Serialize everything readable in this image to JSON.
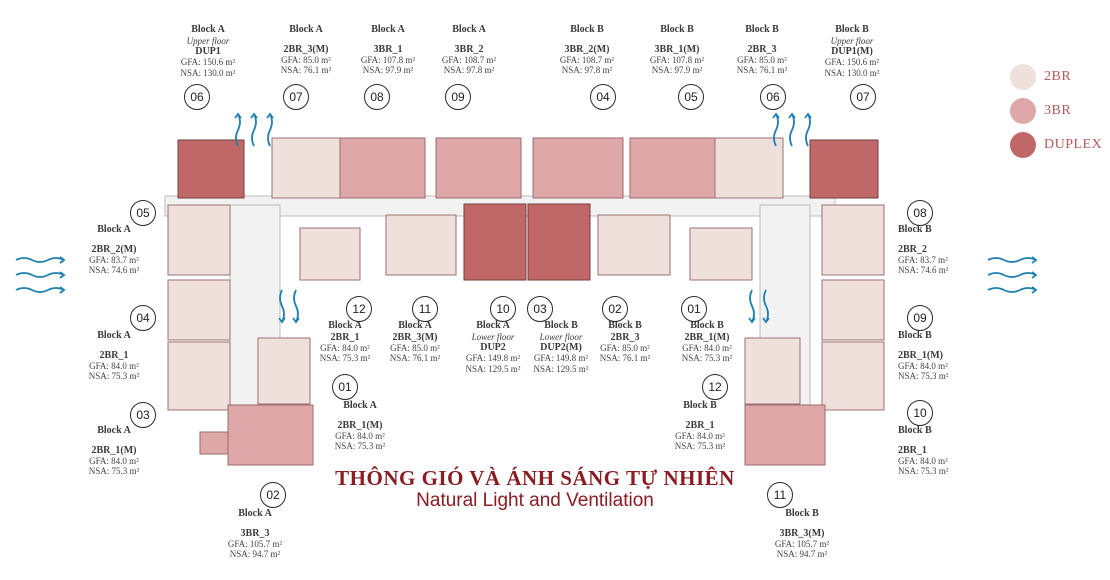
{
  "units": [
    {
      "id": "u1",
      "block": "Block A",
      "note": "Upper floor",
      "type": "DUP1",
      "gfa": "GFA: 150.6 m²",
      "nsa": "NSA: 130.0 m²"
    },
    {
      "id": "u2",
      "block": "Block A",
      "note": "",
      "type": "2BR_3(M)",
      "gfa": "GFA: 85.0 m²",
      "nsa": "NSA: 76.1 m²"
    },
    {
      "id": "u3",
      "block": "Block A",
      "note": "",
      "type": "3BR_1",
      "gfa": "GFA: 107.8 m²",
      "nsa": "NSA: 97.9 m²"
    },
    {
      "id": "u4",
      "block": "Block A",
      "note": "",
      "type": "3BR_2",
      "gfa": "GFA: 108.7 m²",
      "nsa": "NSA: 97.8 m²"
    },
    {
      "id": "u5",
      "block": "Block B",
      "note": "",
      "type": "3BR_2(M)",
      "gfa": "GFA: 108.7 m²",
      "nsa": "NSA: 97.8 m²"
    },
    {
      "id": "u6",
      "block": "Block B",
      "note": "",
      "type": "3BR_1(M)",
      "gfa": "GFA: 107.8 m²",
      "nsa": "NSA: 97.9 m²"
    },
    {
      "id": "u7",
      "block": "Block B",
      "note": "",
      "type": "2BR_3",
      "gfa": "GFA: 85.0 m²",
      "nsa": "NSA: 76.1 m²"
    },
    {
      "id": "u8",
      "block": "Block B",
      "note": "Upper floor",
      "type": "DUP1(M)",
      "gfa": "GFA: 150.6 m²",
      "nsa": "NSA: 130.0 m²"
    },
    {
      "id": "u9",
      "block": "Block A",
      "note": "",
      "type": "2BR_2(M)",
      "gfa": "GFA: 83.7 m²",
      "nsa": "NSA: 74.6 m²"
    },
    {
      "id": "u10",
      "block": "Block A",
      "note": "",
      "type": "2BR_1",
      "gfa": "GFA: 84.0 m²",
      "nsa": "NSA: 75.3 m²"
    },
    {
      "id": "u11",
      "block": "Block A",
      "note": "",
      "type": "2BR_1(M)",
      "gfa": "GFA: 84.0 m²",
      "nsa": "NSA: 75.3 m²"
    },
    {
      "id": "u12",
      "block": "Block A",
      "note": "",
      "type": "3BR_3",
      "gfa": "GFA: 105.7 m²",
      "nsa": "NSA: 94.7 m²"
    },
    {
      "id": "u13",
      "block": "Block A",
      "note": "",
      "type": "2BR_1(M)",
      "gfa": "GFA: 84.0 m²",
      "nsa": "NSA: 75.3 m²"
    },
    {
      "id": "u14",
      "block": "Block A",
      "note": "",
      "type": "2BR_1",
      "gfa": "GFA: 84.0 m²",
      "nsa": "NSA: 75.3 m²"
    },
    {
      "id": "u15",
      "block": "Block A",
      "note": "",
      "type": "2BR_3(M)",
      "gfa": "GFA: 85.0 m²",
      "nsa": "NSA: 76.1 m²"
    },
    {
      "id": "u16",
      "block": "Block A",
      "note": "Lower floor",
      "type": "DUP2",
      "gfa": "GFA: 149.8 m²",
      "nsa": "NSA: 129.5 m²"
    },
    {
      "id": "u17",
      "block": "Block B",
      "note": "Lower floor",
      "type": "DUP2(M)",
      "gfa": "GFA: 149.8 m²",
      "nsa": "NSA: 129.5 m²"
    },
    {
      "id": "u18",
      "block": "Block B",
      "note": "",
      "type": "2BR_3",
      "gfa": "GFA: 85.0 m²",
      "nsa": "NSA: 76.1 m²"
    },
    {
      "id": "u19",
      "block": "Block B",
      "note": "",
      "type": "2BR_1(M)",
      "gfa": "GFA: 84.0 m²",
      "nsa": "NSA: 75.3 m²"
    },
    {
      "id": "u20",
      "block": "Block B",
      "note": "",
      "type": "2BR_2",
      "gfa": "GFA: 83.7 m²",
      "nsa": "NSA: 74.6 m²"
    },
    {
      "id": "u21",
      "block": "Block B",
      "note": "",
      "type": "2BR_1(M)",
      "gfa": "GFA: 84.0 m²",
      "nsa": "NSA: 75.3 m²"
    },
    {
      "id": "u22",
      "block": "Block B",
      "note": "",
      "type": "2BR_1",
      "gfa": "GFA: 84.0 m²",
      "nsa": "NSA: 75.3 m²"
    },
    {
      "id": "u23",
      "block": "Block B",
      "note": "",
      "type": "2BR_1",
      "gfa": "GFA: 84.0 m²",
      "nsa": "NSA: 75.3 m²"
    },
    {
      "id": "u24",
      "block": "Block B",
      "note": "",
      "type": "3BR_3(M)",
      "gfa": "GFA: 105.7 m²",
      "nsa": "NSA: 94.7 m²"
    }
  ],
  "numbers": {
    "a06": "06",
    "a07": "07",
    "a08": "08",
    "a09": "09",
    "b04": "04",
    "b05": "05",
    "b06": "06",
    "b07": "07",
    "a05": "05",
    "a04": "04",
    "a03": "03",
    "a02": "02",
    "a01": "01",
    "a12": "12",
    "a11": "11",
    "a10": "10",
    "b03": "03",
    "b02": "02",
    "b01": "01",
    "b08": "08",
    "b09": "09",
    "b10": "10",
    "b12": "12",
    "b11": "11"
  },
  "legend": {
    "items": [
      {
        "label": "2BR",
        "color": "#f0e0dc"
      },
      {
        "label": "3BR",
        "color": "#dfa8a8"
      },
      {
        "label": "DUPLEX",
        "color": "#c06868"
      }
    ]
  },
  "title": {
    "vn": "THÔNG GIÓ VÀ ÁNH SÁNG TỰ NHIÊN",
    "en": "Natural Light and Ventilation"
  },
  "colors": {
    "c2br": "#f0e0dc",
    "c3br": "#dfa8a8",
    "cdup": "#c06868",
    "arrow": "#1f7fae",
    "title": "#8a1c22"
  }
}
